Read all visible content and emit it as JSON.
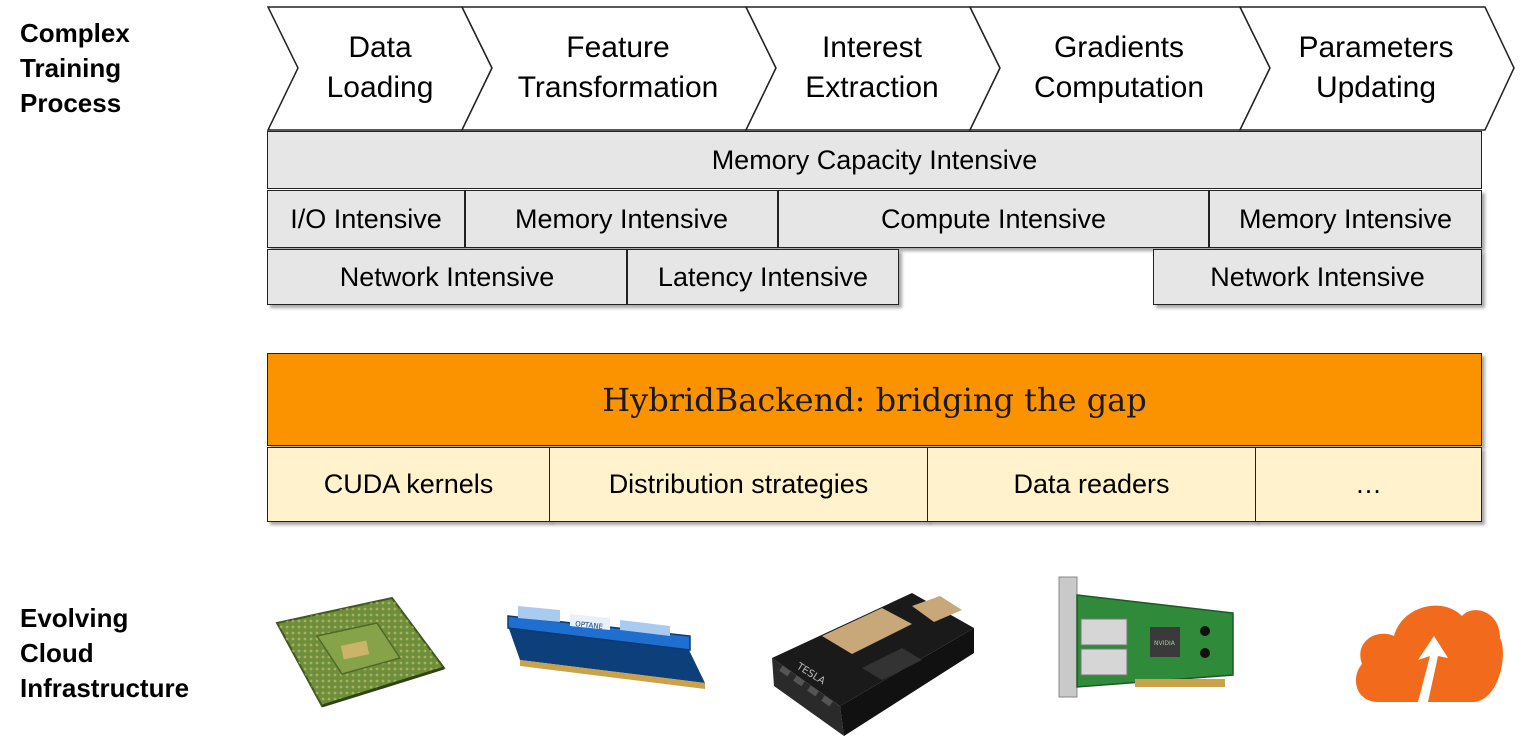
{
  "labels": {
    "complex": [
      "Complex",
      "Training",
      "Process"
    ],
    "evolving": [
      "Evolving",
      "Cloud",
      "Infrastructure"
    ]
  },
  "pipeline": {
    "stages": [
      {
        "lines": [
          "Data",
          "Loading"
        ]
      },
      {
        "lines": [
          "Feature",
          "Transformation"
        ]
      },
      {
        "lines": [
          "Interest",
          "Extraction"
        ]
      },
      {
        "lines": [
          "Gradients",
          "Computation"
        ]
      },
      {
        "lines": [
          "Parameters",
          "Updating"
        ]
      }
    ]
  },
  "characteristics": {
    "memory_capacity": "Memory Capacity Intensive",
    "row1": [
      "I/O Intensive",
      "Memory Intensive",
      "Compute Intensive",
      "Memory Intensive"
    ],
    "row2": [
      "Network Intensive",
      "Latency Intensive",
      "Network Intensive"
    ]
  },
  "hybridbackend": {
    "title": "HybridBackend: bridging the gap",
    "components": [
      "CUDA kernels",
      "Distribution strategies",
      "Data readers",
      "…"
    ]
  },
  "hardware": {
    "items": [
      "cpu-icon",
      "memory-module-icon",
      "gpu-card-icon",
      "network-card-icon",
      "cloud-upload-icon"
    ],
    "colors": {
      "cpu_board": "#6e8f3a",
      "memory": "#1f6fd1",
      "gpu_body": "#1a1a1a",
      "gpu_gold": "#c8a878",
      "nic_board": "#2f8a3a",
      "cloud": "#f26a1b"
    },
    "nic_brand": "NVIDIA",
    "gpu_brand": "TESLA"
  }
}
